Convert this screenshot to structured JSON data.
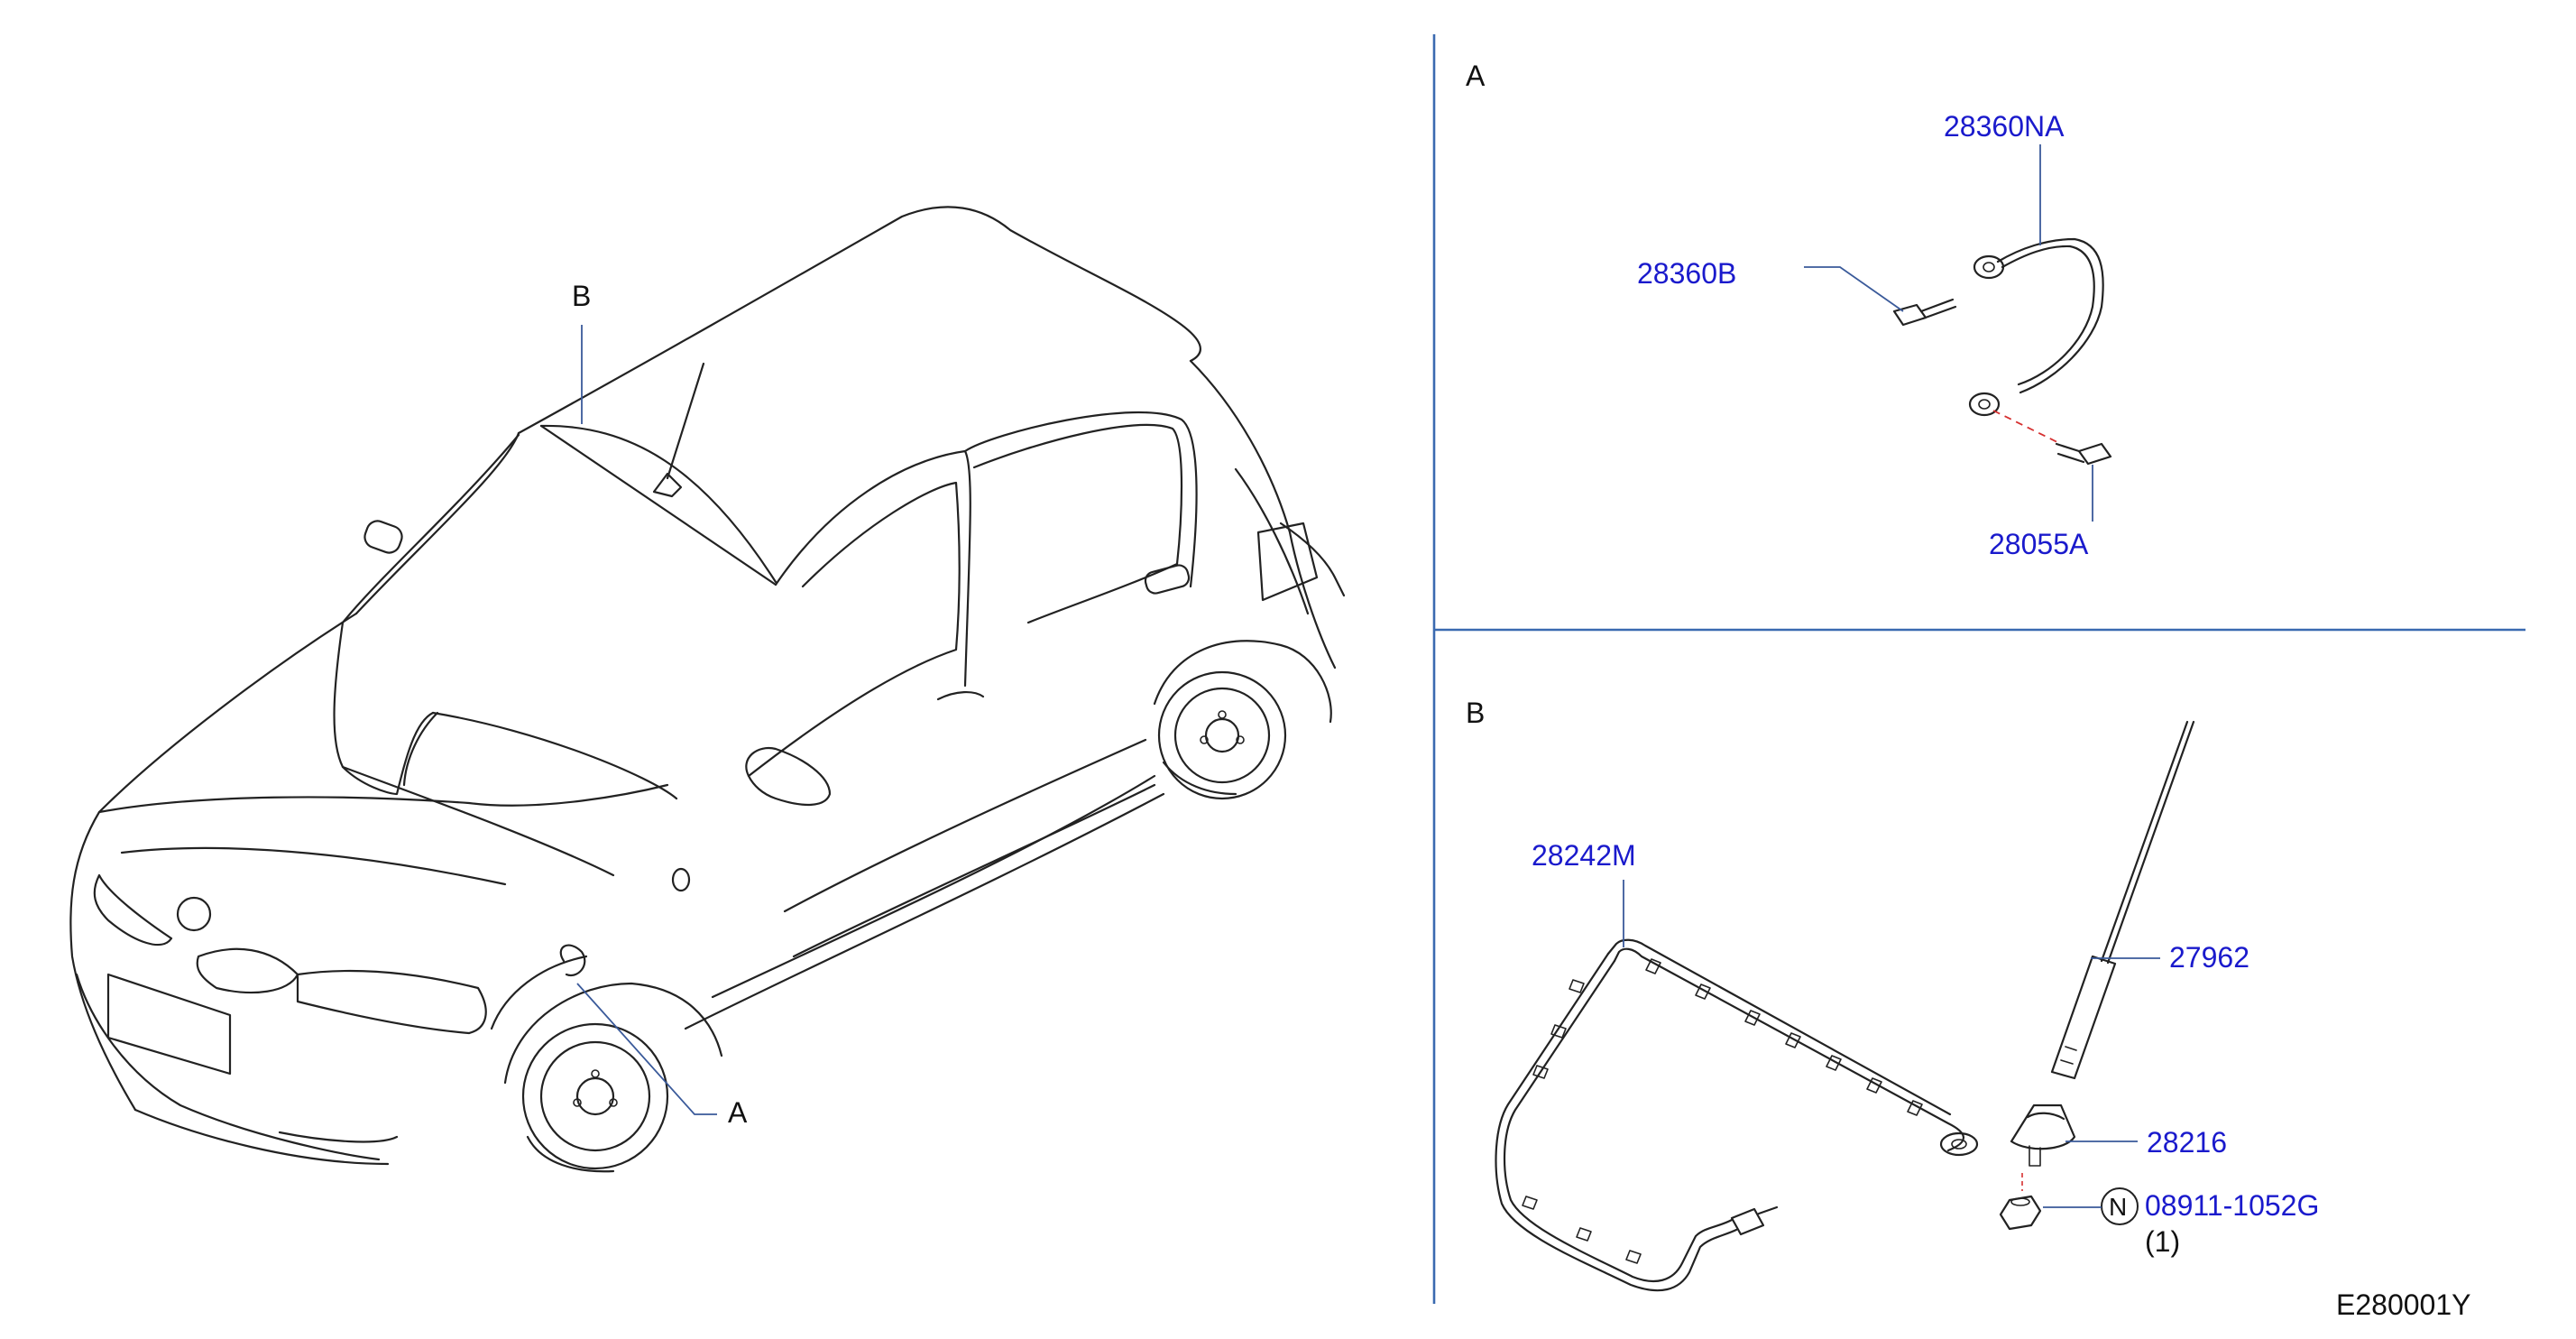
{
  "diagram": {
    "reference_code": "E280001Y",
    "section_a": {
      "label": "A"
    },
    "section_b": {
      "label": "B"
    },
    "car_callouts": {
      "roof": "B",
      "fender": "A"
    },
    "parts": {
      "p28360NA": "28360NA",
      "p28360B": "28360B",
      "p28055A": "28055A",
      "p28242M": "28242M",
      "p27962": "27962",
      "p28216": "28216",
      "p08911": "08911-1052G",
      "p08911_qty": "(1)",
      "p08911_marker": "N"
    }
  }
}
